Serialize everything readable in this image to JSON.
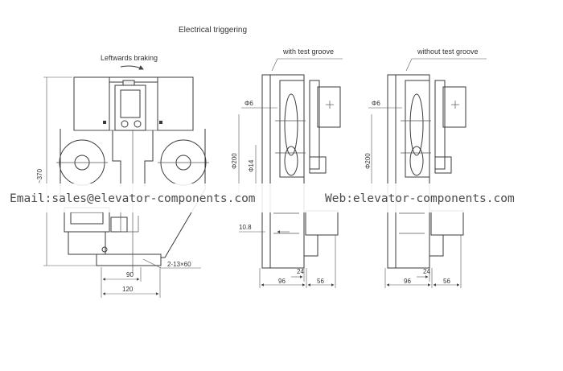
{
  "header": {
    "title": "Electrical triggering"
  },
  "left_view": {
    "label_braking": "Leftwards braking",
    "dim_height": "~370",
    "dim_slot": "2-13×60",
    "dim_90": "90",
    "dim_120": "120"
  },
  "middle_view": {
    "label": "with test groove",
    "dim_phi6": "Φ6",
    "dim_phi200": "Φ200",
    "dim_phi14": "Φ14",
    "dim_10_8": "10.8",
    "dim_24": "24",
    "dim_96": "96",
    "dim_56": "56"
  },
  "right_view": {
    "label": "without test groove",
    "dim_phi6": "Φ6",
    "dim_phi200": "Φ200",
    "dim_24": "24",
    "dim_96": "96",
    "dim_56": "56"
  },
  "watermark": {
    "email": "Email:sales@elevator-components.com",
    "web": "Web:elevator-components.com"
  }
}
